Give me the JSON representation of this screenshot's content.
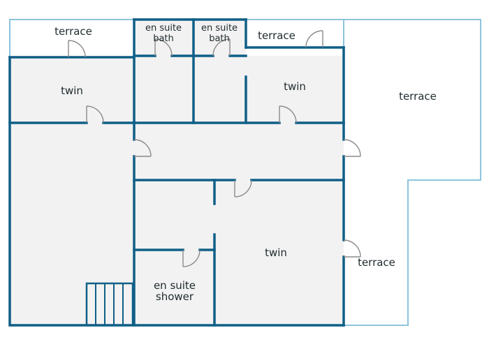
{
  "rooms": {
    "terrace_top_left": "terrace",
    "ensuite_bath_left": [
      "en suite",
      "bath"
    ],
    "ensuite_bath_right": [
      "en suite",
      "bath"
    ],
    "terrace_top_middle": "terrace",
    "terrace_right": "terrace",
    "twin_upper_left": "twin",
    "twin_upper_right": "twin",
    "twin_lower": "twin",
    "terrace_lower_right": "terrace",
    "ensuite_shower": [
      "en suite",
      "shower"
    ]
  },
  "colors": {
    "wall": "#0f5f87",
    "terrace_outline": "#8cc4dc",
    "floor": "#f2f2f2",
    "terrace_fill": "#ffffff",
    "door": "#8a8a8a",
    "text": "#1f2a2e"
  }
}
